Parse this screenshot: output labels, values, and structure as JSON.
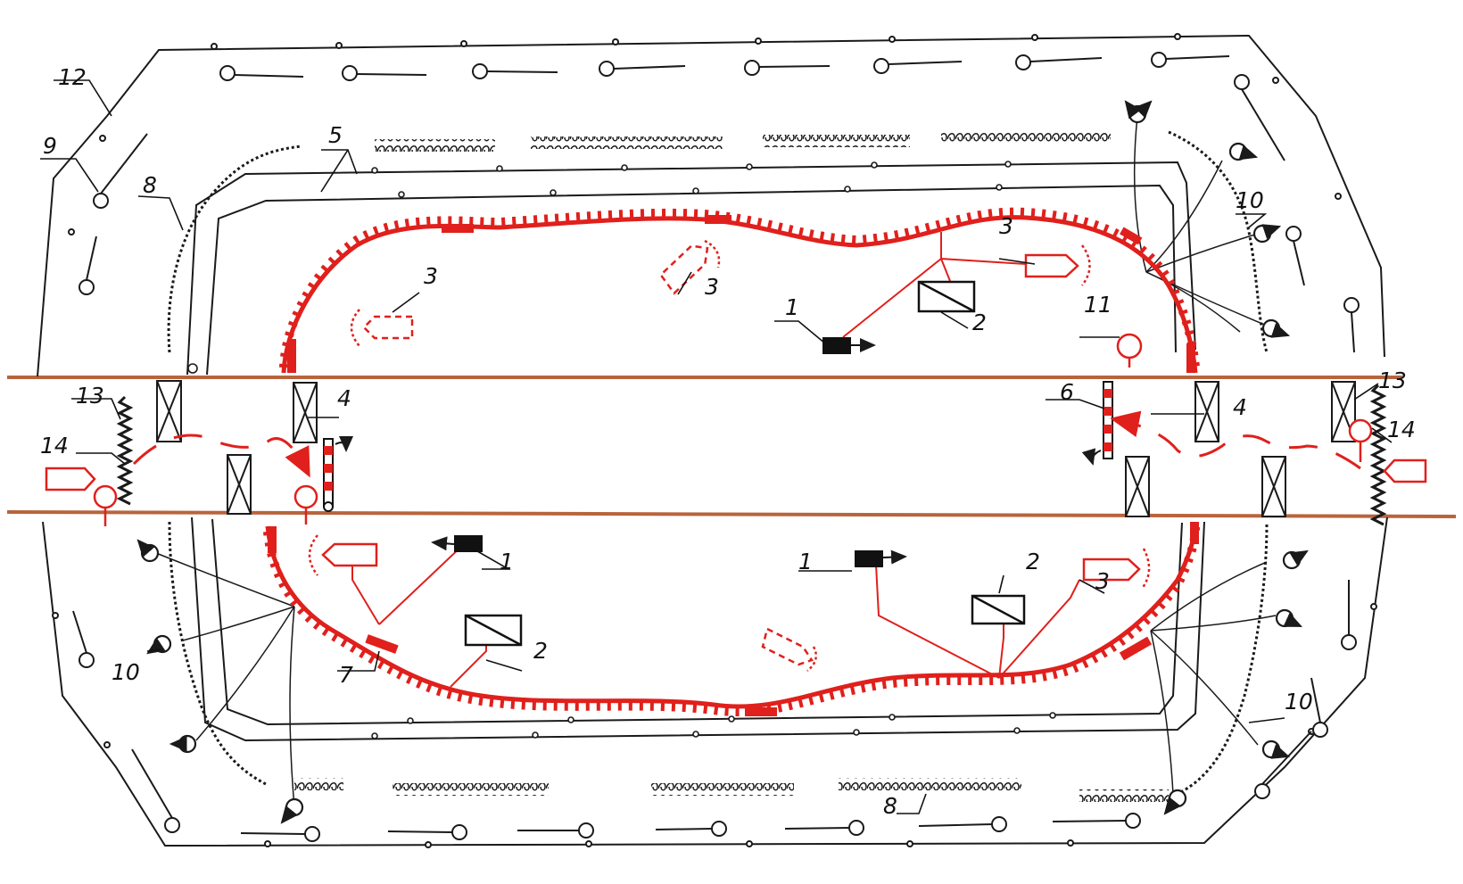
{
  "colors": {
    "ink": "#1a1a1a",
    "red": "#e0201c",
    "road": "#b8643c",
    "paper": "#ffffff"
  },
  "labels": {
    "n1": "1",
    "n2": "2",
    "n3": "3",
    "n4": "4",
    "n5": "5",
    "n6": "6",
    "n7": "7",
    "n8": "8",
    "n9": "9",
    "n10": "10",
    "n11": "11",
    "n12": "12",
    "n13": "13",
    "n14": "14"
  },
  "icons": [
    "firing-post-icon",
    "bunker-icon",
    "weapon-position-icon",
    "hedgehog-icon",
    "barrier-gate-icon",
    "zigzag-barrier-icon",
    "sentry-icon",
    "mine-icon",
    "wire-coil-icon"
  ]
}
